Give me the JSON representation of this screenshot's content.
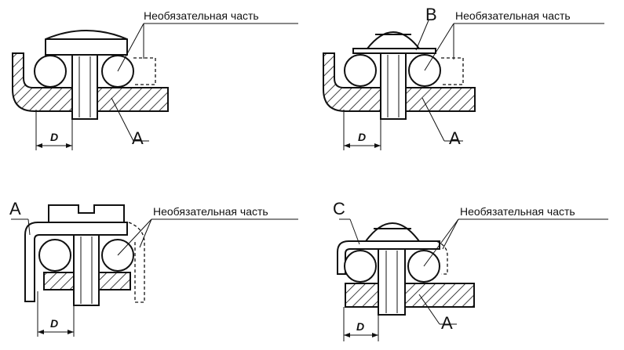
{
  "diagrams": [
    {
      "id": "top-left",
      "optional_label": "Необязательная часть",
      "part_a": "A",
      "dimension": "D"
    },
    {
      "id": "top-right",
      "optional_label": "Необязательная часть",
      "part_a": "A",
      "part_b": "B",
      "dimension": "D"
    },
    {
      "id": "bottom-left",
      "optional_label": "Необязательная часть",
      "part_a": "A",
      "dimension": "D"
    },
    {
      "id": "bottom-right",
      "optional_label": "Необязательная часть",
      "part_a": "A",
      "part_c": "C",
      "dimension": "D"
    }
  ]
}
